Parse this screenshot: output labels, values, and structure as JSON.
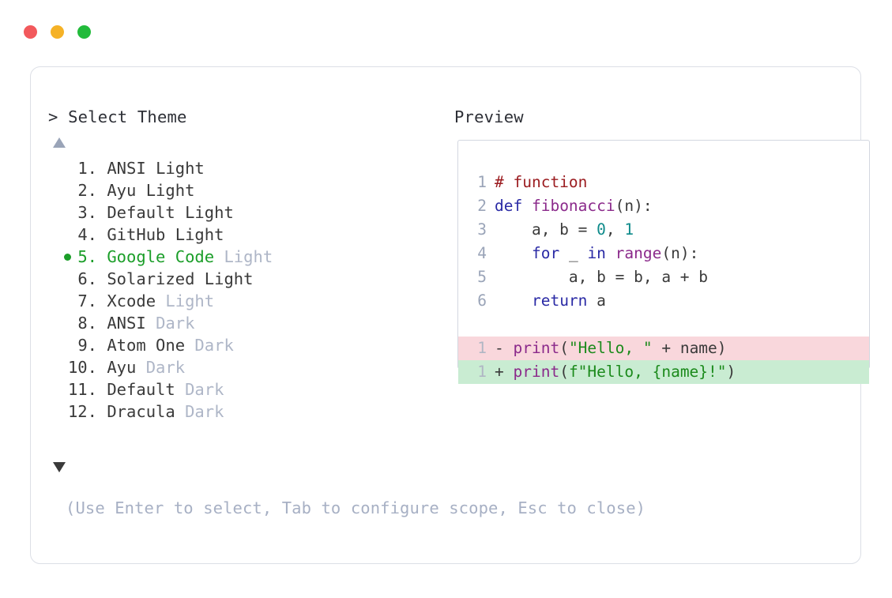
{
  "window": {
    "controls": [
      {
        "name": "close",
        "color": "#f2595c"
      },
      {
        "name": "minimize",
        "color": "#f5b227"
      },
      {
        "name": "zoom",
        "color": "#22bb3b"
      }
    ]
  },
  "left_panel": {
    "prompt": "> Select Theme",
    "scroll_up_indicator": "▲",
    "scroll_down_indicator": "▼",
    "selected_index": 5,
    "items": [
      {
        "number": "1.",
        "name": "ANSI",
        "variant": "Light",
        "variant_muted": false,
        "selected": false
      },
      {
        "number": "2.",
        "name": "Ayu",
        "variant": "Light",
        "variant_muted": false,
        "selected": false
      },
      {
        "number": "3.",
        "name": "Default",
        "variant": "Light",
        "variant_muted": false,
        "selected": false
      },
      {
        "number": "4.",
        "name": "GitHub",
        "variant": "Light",
        "variant_muted": false,
        "selected": false
      },
      {
        "number": "5.",
        "name": "Google Code",
        "variant": "Light",
        "variant_muted": true,
        "selected": true
      },
      {
        "number": "6.",
        "name": "Solarized",
        "variant": "Light",
        "variant_muted": false,
        "selected": false
      },
      {
        "number": "7.",
        "name": "Xcode",
        "variant": "Light",
        "variant_muted": true,
        "selected": false
      },
      {
        "number": "8.",
        "name": "ANSI",
        "variant": "Dark",
        "variant_muted": true,
        "selected": false
      },
      {
        "number": "9.",
        "name": "Atom One",
        "variant": "Dark",
        "variant_muted": true,
        "selected": false
      },
      {
        "number": "10.",
        "name": "Ayu",
        "variant": "Dark",
        "variant_muted": true,
        "selected": false
      },
      {
        "number": "11.",
        "name": "Default",
        "variant": "Dark",
        "variant_muted": true,
        "selected": false
      },
      {
        "number": "12.",
        "name": "Dracula",
        "variant": "Dark",
        "variant_muted": true,
        "selected": false
      }
    ]
  },
  "hint": "(Use Enter to select, Tab to configure scope, Esc to close)",
  "right_panel": {
    "title": "Preview",
    "code_lines": [
      {
        "gutter": "1",
        "tokens": [
          {
            "t": "# function",
            "c": "comment"
          }
        ]
      },
      {
        "gutter": "2",
        "tokens": [
          {
            "t": "def ",
            "c": "kw"
          },
          {
            "t": "fibonacci",
            "c": "fn"
          },
          {
            "t": "(n):",
            "c": "plain"
          }
        ]
      },
      {
        "gutter": "3",
        "tokens": [
          {
            "t": "    a, b = ",
            "c": "plain"
          },
          {
            "t": "0",
            "c": "num"
          },
          {
            "t": ", ",
            "c": "plain"
          },
          {
            "t": "1",
            "c": "num"
          }
        ]
      },
      {
        "gutter": "4",
        "tokens": [
          {
            "t": "    ",
            "c": "plain"
          },
          {
            "t": "for",
            "c": "kw"
          },
          {
            "t": " _ ",
            "c": "plain"
          },
          {
            "t": "in",
            "c": "kw"
          },
          {
            "t": " ",
            "c": "plain"
          },
          {
            "t": "range",
            "c": "builtin"
          },
          {
            "t": "(n):",
            "c": "plain"
          }
        ]
      },
      {
        "gutter": "5",
        "tokens": [
          {
            "t": "        a, b = b, a + b",
            "c": "plain"
          }
        ]
      },
      {
        "gutter": "6",
        "tokens": [
          {
            "t": "    ",
            "c": "plain"
          },
          {
            "t": "return",
            "c": "kw"
          },
          {
            "t": " a",
            "c": "plain"
          }
        ]
      }
    ],
    "diff_lines": [
      {
        "gutter": "1",
        "sign": "-",
        "kind": "del",
        "tokens": [
          {
            "t": "print",
            "c": "builtin"
          },
          {
            "t": "(",
            "c": "plain"
          },
          {
            "t": "\"Hello, \"",
            "c": "str"
          },
          {
            "t": " + name)",
            "c": "plain"
          }
        ]
      },
      {
        "gutter": "1",
        "sign": "+",
        "kind": "add",
        "tokens": [
          {
            "t": "print",
            "c": "builtin"
          },
          {
            "t": "(",
            "c": "plain"
          },
          {
            "t": "f\"Hello, {name}!\"",
            "c": "str"
          },
          {
            "t": ")",
            "c": "plain"
          }
        ]
      }
    ]
  },
  "colors": {
    "accent_green": "#1b9e29",
    "muted": "#aeb6c7",
    "text": "#3a3a3a",
    "diff_del_bg": "#f9d7dc",
    "diff_add_bg": "#c9ecd2",
    "card_border": "#dcdfe6",
    "preview_border": "#d3d7e0"
  }
}
